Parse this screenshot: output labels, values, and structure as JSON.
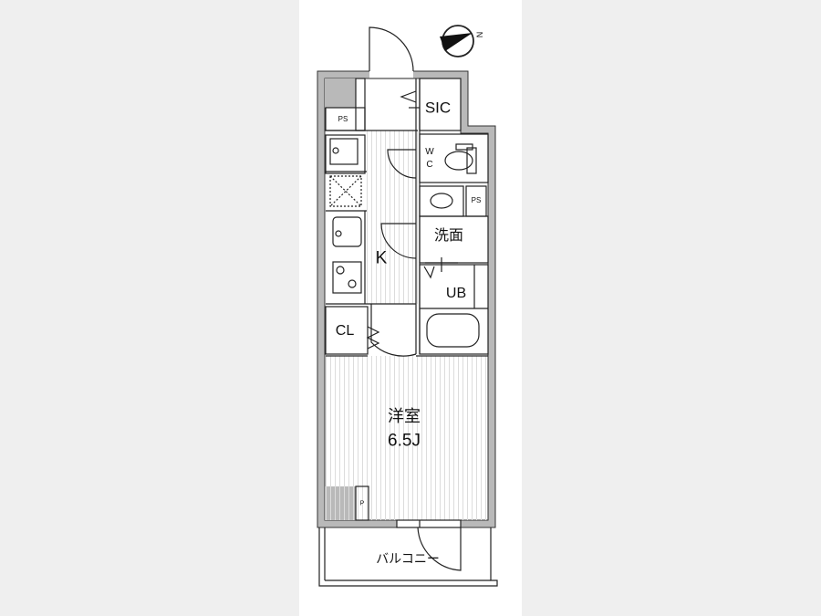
{
  "floor_plan": {
    "compass": {
      "label": "N"
    },
    "rooms": {
      "sic": "SIC",
      "ps_top": "PS",
      "wc_w": "W",
      "wc_c": "C",
      "ps_wash": "PS",
      "washroom": "洗面",
      "kitchen": "K",
      "bath": "UB",
      "closet": "CL",
      "main_room_name": "洋室",
      "main_room_size": "6.5J",
      "pipe": "P",
      "balcony": "バルコニー"
    },
    "colors": {
      "wall": "#b9b9b9",
      "line": "#222222",
      "floor_stripe": "#dddddd",
      "background": "#efefef"
    }
  }
}
